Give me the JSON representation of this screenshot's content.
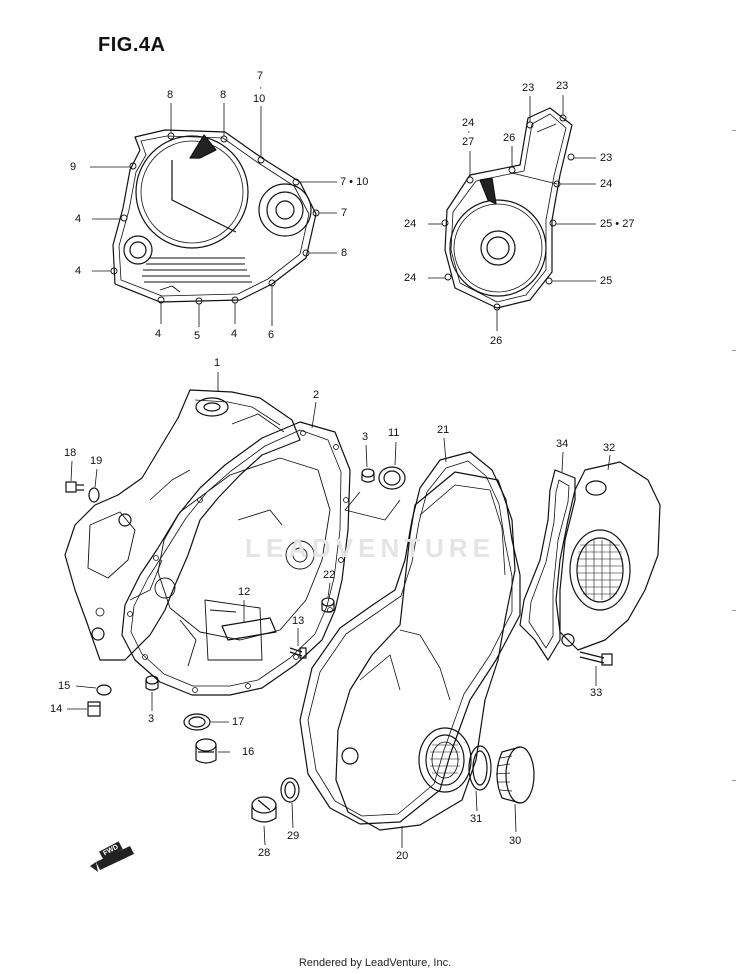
{
  "figure": {
    "title": "FIG.4A",
    "footer": "Rendered by LeadVenture, Inc.",
    "watermark": "LEADVENTURE",
    "fwd_label": "FWD"
  },
  "callouts": {
    "c7a": "7",
    "c10a": "10",
    "c8a": "8",
    "c8b": "8",
    "c9": "9",
    "c7_10": "7 • 10",
    "c7b": "7",
    "c8c": "8",
    "c4a": "4",
    "c4b": "4",
    "c4c": "4",
    "c5": "5",
    "c4d": "4",
    "c6": "6",
    "c23a": "23",
    "c23b": "23",
    "c24a": "24",
    "c27a": "27",
    "c26a": "26",
    "c23c": "23",
    "c24b": "24",
    "c24c": "24",
    "c25_27": "25 • 27",
    "c24d": "24",
    "c25": "25",
    "c26b": "26",
    "c1": "1",
    "c2": "2",
    "c3a": "3",
    "c11": "11",
    "c21": "21",
    "c34": "34",
    "c32": "32",
    "c18": "18",
    "c19": "19",
    "c22": "22",
    "c12": "12",
    "c13": "13",
    "c15": "15",
    "c14": "14",
    "c3b": "3",
    "c17": "17",
    "c16": "16",
    "c33": "33",
    "c28": "28",
    "c29": "29",
    "c20": "20",
    "c31": "31",
    "c30": "30"
  }
}
